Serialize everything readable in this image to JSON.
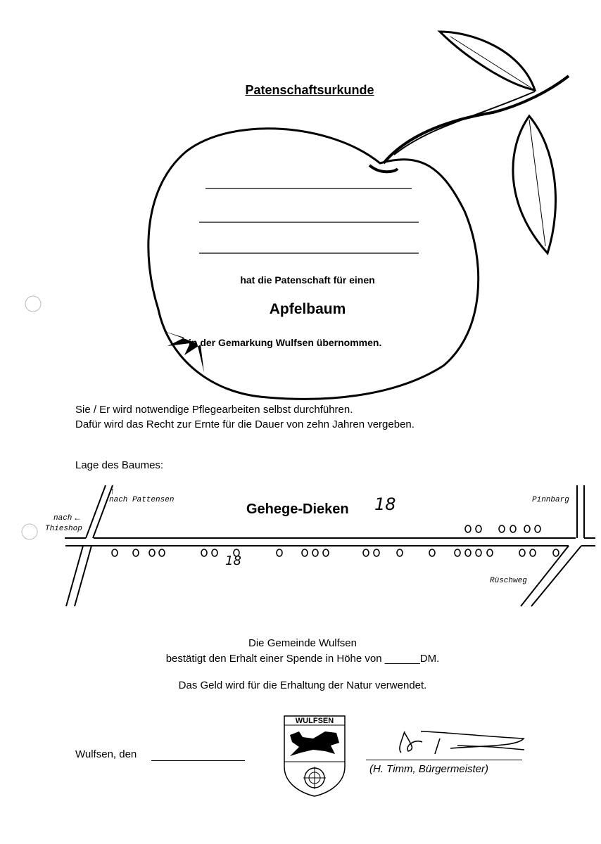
{
  "certificate": {
    "title": "Patenschaftsurkunde",
    "line1": "hat die Patenschaft für einen",
    "tree_type": "Apfelbaum",
    "line2": "in der Gemarkung Wulfsen übernommen."
  },
  "terms": {
    "sentence1": "Sie / Er wird notwendige Pflegearbeiten selbst durchführen.",
    "sentence2": "Dafür wird das Recht zur Ernte für die Dauer von zehn Jahren vergeben.",
    "location_label": "Lage des Baumes:"
  },
  "map": {
    "street": "Gehege-Dieken",
    "handwritten_number": "18",
    "tree_marker_number": "18",
    "label_pattensen": "nach Pattensen",
    "label_nach": "nach",
    "label_thieshop": "Thieshop",
    "label_pinnbarg": "Pinnbarg",
    "label_ruschweg": "Rüschweg"
  },
  "confirmation": {
    "line1": "Die Gemeinde Wulfsen",
    "line2": "bestätigt den Erhalt einer Spende in Höhe von ______DM.",
    "line3": "Das Geld wird für die Erhaltung der Natur verwendet."
  },
  "footer": {
    "place_date": "Wulfsen, den",
    "crest_text": "WULFSEN",
    "signatory": "(H. Timm, Bürgermeister)"
  }
}
